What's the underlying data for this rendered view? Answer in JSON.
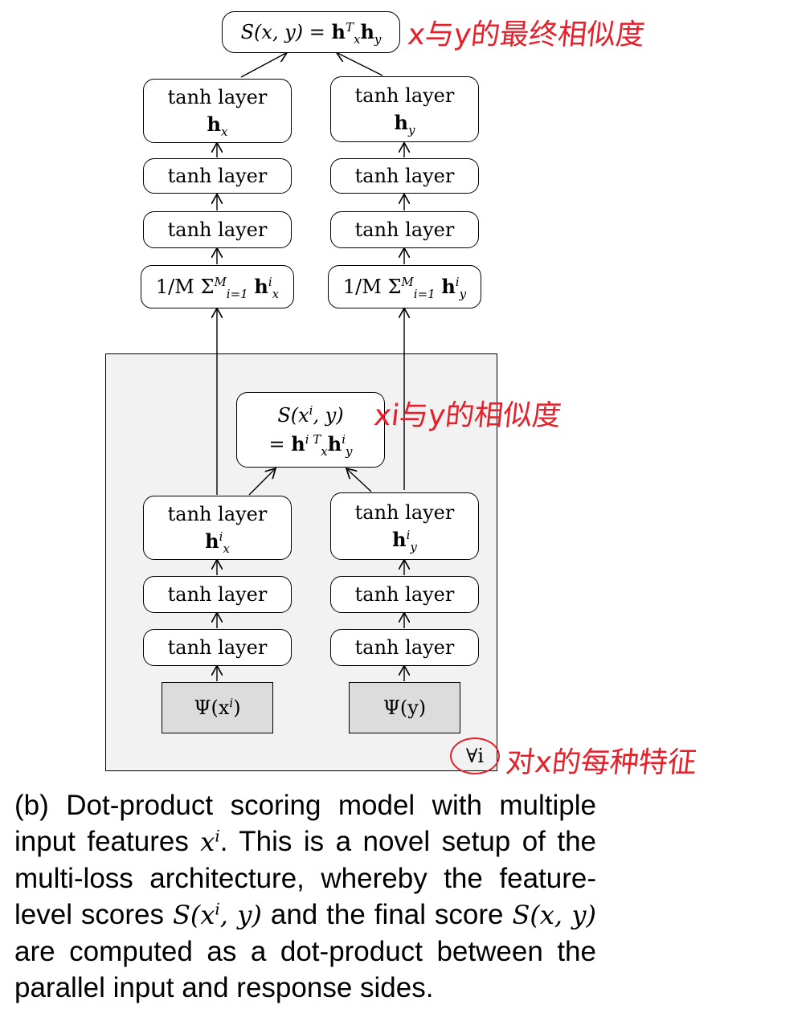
{
  "top_score": {
    "label": "S(x, y) = ",
    "hx": "h",
    "hx_sup": "T",
    "hx_sub": "x",
    "hy": "h",
    "hy_sub": "y"
  },
  "left_tower": {
    "top_layer": {
      "label": "tanh layer",
      "symbol": "h",
      "symbol_sub": "x"
    },
    "layer2": "tanh layer",
    "layer3": "tanh layer",
    "avg": {
      "prefix": "1/M Σ",
      "sum_sup": "M",
      "sum_sub": "i=1",
      "symbol": "h",
      "sup": "i",
      "sub": "x"
    }
  },
  "right_tower": {
    "top_layer": {
      "label": "tanh layer",
      "symbol": "h",
      "symbol_sub": "y"
    },
    "layer2": "tanh layer",
    "layer3": "tanh layer",
    "avg": {
      "prefix": "1/M Σ",
      "sum_sup": "M",
      "sum_sub": "i=1",
      "symbol": "h",
      "sup": "i",
      "sub": "y"
    }
  },
  "inner": {
    "score": {
      "line1": "S(x",
      "line1_sup": "i",
      "line1_end": ", y)",
      "line2": "= ",
      "hx": "h",
      "hx_sup": "i T",
      "hx_sub": "x",
      "hy": "h",
      "hy_sup": "i",
      "hy_sub": "y"
    },
    "left": {
      "top_layer": {
        "label": "tanh layer",
        "symbol": "h",
        "sup": "i",
        "sub": "x"
      },
      "layer2": "tanh layer",
      "layer3": "tanh layer",
      "input": {
        "label": "Ψ(x",
        "sup": "i",
        "end": ")"
      }
    },
    "right": {
      "top_layer": {
        "label": "tanh layer",
        "symbol": "h",
        "sup": "i",
        "sub": "y"
      },
      "layer2": "tanh layer",
      "layer3": "tanh layer",
      "input": {
        "label": "Ψ(y)"
      }
    },
    "forall": "∀i"
  },
  "annotations": {
    "final_similarity": "x与y的最终相似度",
    "feature_similarity": "xi与y的相似度",
    "each_feature": "对x的每种特征"
  },
  "caption": {
    "p1": "(b)  Dot-product scoring model with multiple input features ",
    "x_var": "x",
    "x_sup": "i",
    "p2": ". This is a novel setup of the multi-loss architecture, whereby the feature-level scores ",
    "s_feat": "S(x",
    "s_feat_sup": "i",
    "s_feat_end": ", y)",
    "p3": " and the final score ",
    "s_final": "S(x, y)",
    "p4": " are computed as a dot-product between the parallel input and response sides."
  }
}
